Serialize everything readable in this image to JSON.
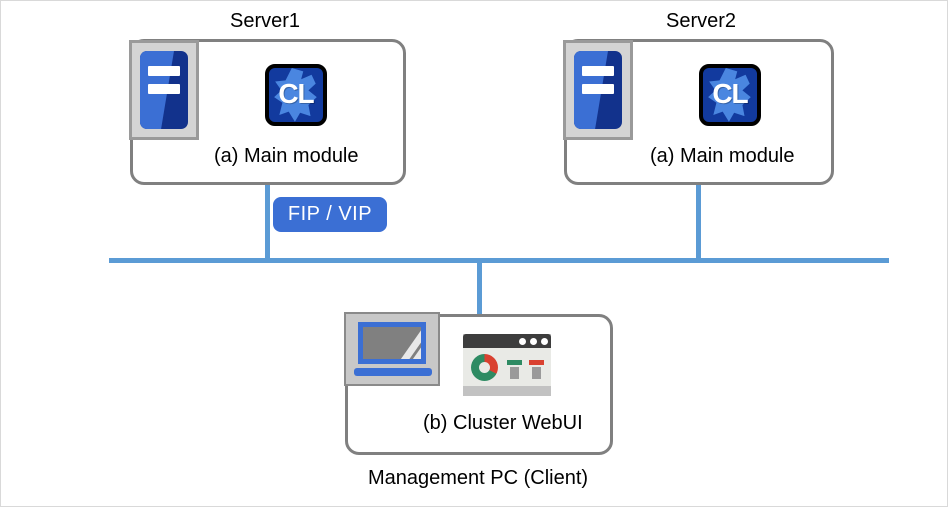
{
  "diagram": {
    "title_server1": "Server1",
    "title_server2": "Server2",
    "caption_pc": "Management PC (Client)",
    "module_label": "(a) Main module",
    "webui_label": "(b) Cluster WebUI",
    "fip_vip_label": "FIP / VIP",
    "cl_icon_text": "CL",
    "colors": {
      "bus_line": "#5b9bd5",
      "badge": "#3b6fd4",
      "box_border": "#808080",
      "server_icon_body": "#12328c",
      "server_icon_sheen": "#3b6fd4",
      "cl_icon_bg": "#123a9e",
      "cl_icon_splash": "#4a86e0",
      "donut_red": "#d94130",
      "donut_green": "#2e8b63",
      "canvas": "#ffffff"
    },
    "nodes": [
      {
        "id": "server1",
        "title": "Server1",
        "module_label": "(a) Main module",
        "icons": [
          "server-rack-icon",
          "clusterpro-cl-icon"
        ]
      },
      {
        "id": "server2",
        "title": "Server2",
        "module_label": "(a) Main module",
        "icons": [
          "server-rack-icon",
          "clusterpro-cl-icon"
        ]
      },
      {
        "id": "management-pc",
        "title": "Management PC (Client)",
        "module_label": "(b) Cluster WebUI",
        "icons": [
          "laptop-icon",
          "browser-window-icon"
        ]
      }
    ],
    "connections": [
      {
        "from": "server1",
        "to": "network-bus",
        "badge": "FIP / VIP"
      },
      {
        "from": "server2",
        "to": "network-bus",
        "badge": ""
      },
      {
        "from": "management-pc",
        "to": "network-bus",
        "badge": ""
      }
    ]
  }
}
